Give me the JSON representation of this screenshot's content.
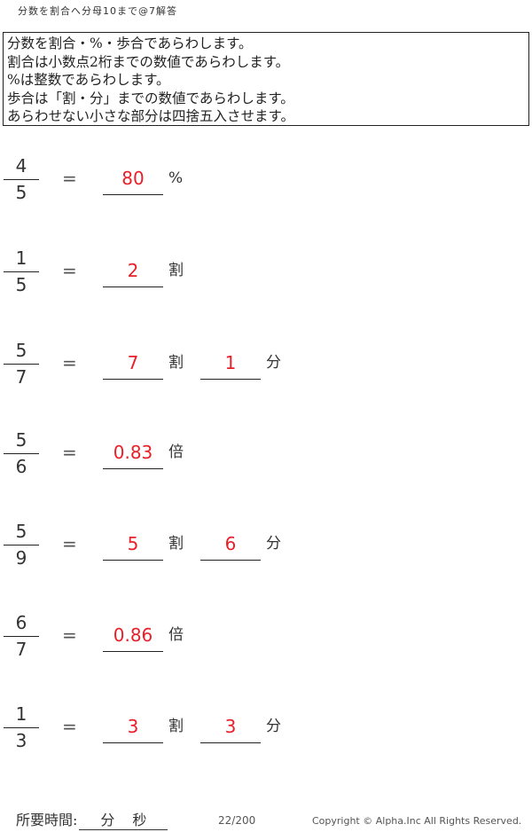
{
  "header": {
    "title": "分数を割合へ分母10まで@7解答"
  },
  "instructions": [
    "分数を割合・%・歩合であらわします。",
    "割合は小数点2桁までの数値であらわします。",
    "%は整数であらわします。",
    "歩合は「割・分」までの数値であらわします。",
    "あらわせない小さな部分は四捨五入させます。"
  ],
  "equals": "=",
  "problems": [
    {
      "num": "4",
      "den": "5",
      "a1": "80",
      "u1": "%",
      "a2": "",
      "u2": ""
    },
    {
      "num": "1",
      "den": "5",
      "a1": "2",
      "u1": "割",
      "a2": "",
      "u2": ""
    },
    {
      "num": "5",
      "den": "7",
      "a1": "7",
      "u1": "割",
      "a2": "1",
      "u2": "分"
    },
    {
      "num": "5",
      "den": "6",
      "a1": "0.83",
      "u1": "倍",
      "a2": "",
      "u2": ""
    },
    {
      "num": "5",
      "den": "9",
      "a1": "5",
      "u1": "割",
      "a2": "6",
      "u2": "分"
    },
    {
      "num": "6",
      "den": "7",
      "a1": "0.86",
      "u1": "倍",
      "a2": "",
      "u2": ""
    },
    {
      "num": "1",
      "den": "3",
      "a1": "3",
      "u1": "割",
      "a2": "3",
      "u2": "分"
    }
  ],
  "footer": {
    "time_label": "所要時間:",
    "minutes": "分",
    "seconds": "秒",
    "page": "22/200",
    "copyright": "Copyright © Alpha.Inc All Rights Reserved."
  }
}
